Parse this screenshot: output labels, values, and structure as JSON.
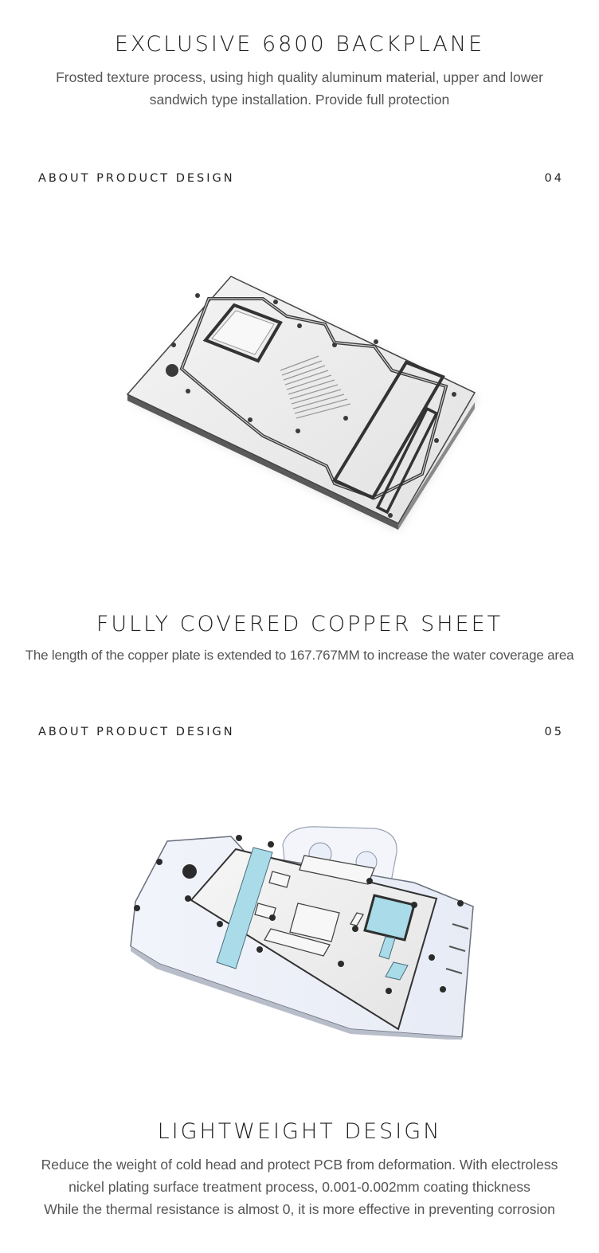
{
  "section1": {
    "title": "EXCLUSIVE 6800 BACKPLANE",
    "desc_lines": [
      "Frosted texture process, using high quality aluminum material, upper and lower",
      "sandwich type installation. Provide full protection"
    ]
  },
  "bar1": {
    "label": "ABOUT PRODUCT DESIGN",
    "number": "04"
  },
  "section2": {
    "title": "FULLY COVERED COPPER SHEET",
    "desc_lines": [
      "The length of the copper plate is extended to 167.767MM to increase the water coverage area"
    ]
  },
  "bar2": {
    "label": "ABOUT PRODUCT DESIGN",
    "number": "05"
  },
  "section3": {
    "title": "LIGHTWEIGHT DESIGN",
    "desc_lines": [
      "Reduce the weight of cold head and protect PCB from deformation. With electroless",
      "nickel plating surface treatment process, 0.001-0.002mm coating thickness",
      "While the thermal resistance is almost 0, it is more effective in preventing corrosion"
    ]
  },
  "colors": {
    "accent_blue": "#a9dbe8",
    "metal": "#d9d9d9",
    "text": "#222222"
  }
}
